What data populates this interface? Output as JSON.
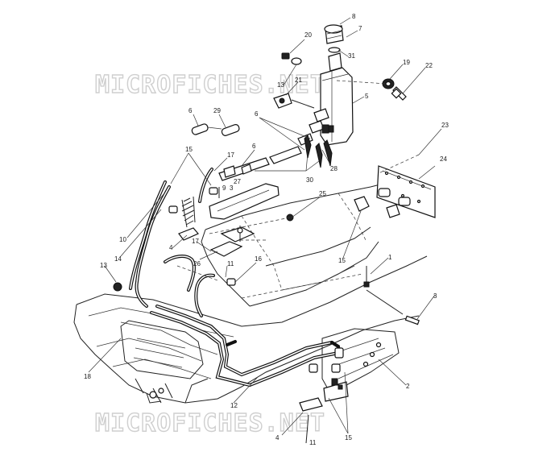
{
  "watermark": {
    "text": "MICROFICHES.NET"
  },
  "callouts": [
    "20",
    "8",
    "7",
    "31",
    "19",
    "22",
    "13",
    "21",
    "5",
    "6",
    "29",
    "6",
    "6",
    "28",
    "15",
    "17",
    "9",
    "3",
    "27",
    "30",
    "23",
    "24",
    "25",
    "10",
    "14",
    "4",
    "17",
    "26",
    "11",
    "16",
    "1",
    "13",
    "15",
    "3",
    "18",
    "12",
    "2",
    "4",
    "15",
    "11"
  ]
}
